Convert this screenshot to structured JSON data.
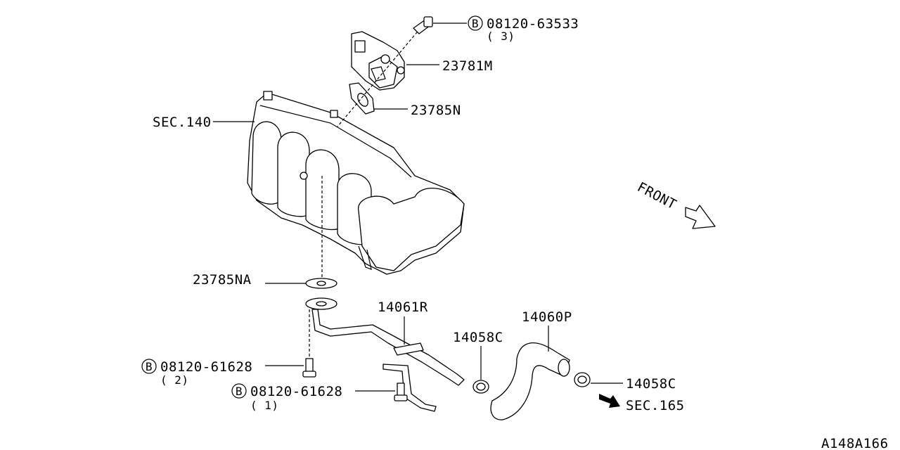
{
  "callouts": {
    "bolt_top": {
      "badge": "B",
      "part_no": "08120-63533",
      "qty": "( 3)"
    },
    "valve": "23781M",
    "gasket_upper": "23785N",
    "manifold_ref": "SEC.140",
    "gasket_lower": "23785NA",
    "tube": "14061R",
    "clamp_left": "14058C",
    "hose": "14060P",
    "bolt_left": {
      "badge": "B",
      "part_no": "08120-61628",
      "qty": "( 2)"
    },
    "bolt_bottom": {
      "badge": "B",
      "part_no": "08120-61628",
      "qty": "( 1)"
    },
    "clamp_right": "14058C",
    "hose_ref": "SEC.165"
  },
  "front_indicator": "FRONT",
  "diagram_id": "A148A166"
}
